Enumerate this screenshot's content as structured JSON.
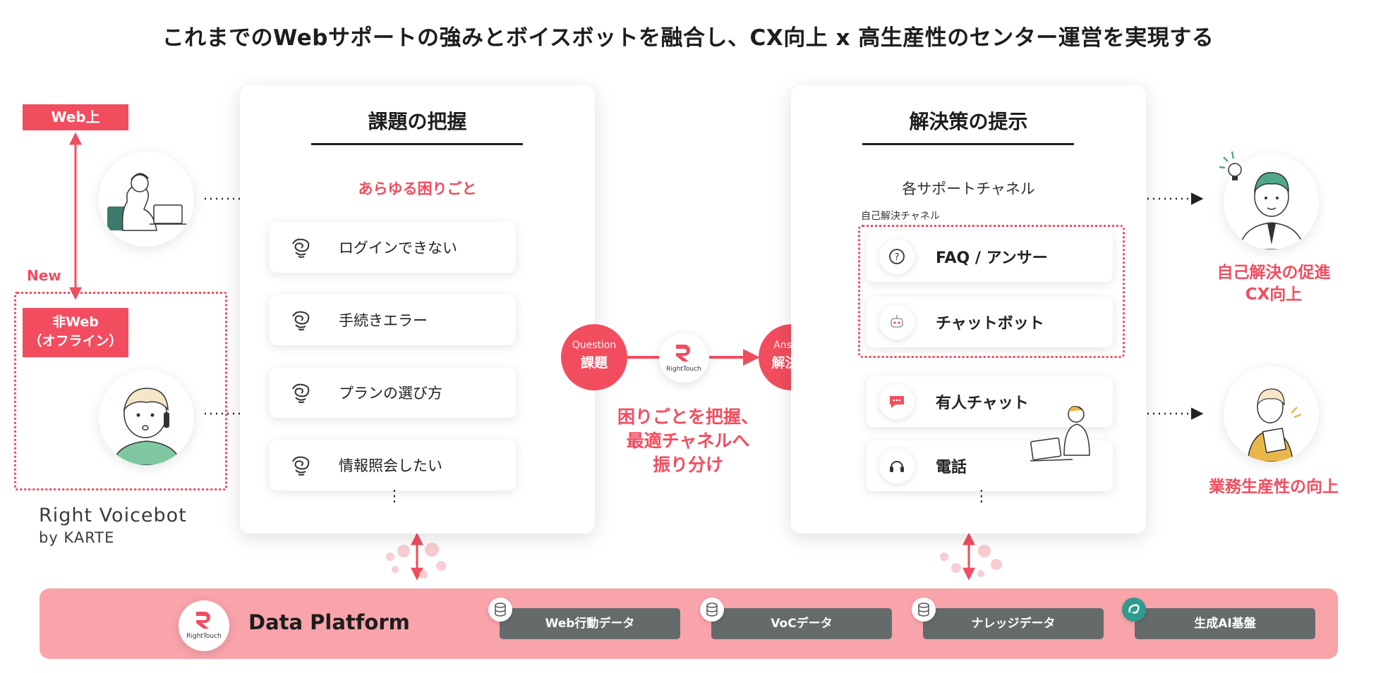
{
  "headline": "これまでのWebサポートの強みとボイスボットを融合し、CX向上 x 高生産性のセンター運営を実現する",
  "left": {
    "web_tag": "Web上",
    "new_label": "New",
    "nonweb_tag": "非Web\n（オフライン）"
  },
  "brand": {
    "line1": "Right Voicebot",
    "line2": "by  KARTE"
  },
  "issues_card": {
    "title": "課題の把握",
    "subhead": "あらゆる困りごと",
    "items": [
      {
        "label": "ログインできない",
        "icon": "confused-scribble-icon"
      },
      {
        "label": "手続きエラー",
        "icon": "confused-scribble-icon"
      },
      {
        "label": "プランの選び方",
        "icon": "confused-scribble-icon"
      },
      {
        "label": "情報照会したい",
        "icon": "confused-scribble-icon"
      }
    ],
    "more": "⋮"
  },
  "center": {
    "question_small": "Question",
    "question_big": "課題",
    "answer_small": "Answer",
    "answer_big": "解決策",
    "logo_text": "RightTouch",
    "caption": "困りごとを把握、\n最適チャネルへ\n振り分け"
  },
  "solutions_card": {
    "title": "解決策の提示",
    "subhead": "各サポートチャネル",
    "self_label": "自己解決チャネル",
    "items": [
      {
        "label": "FAQ / アンサー",
        "icon": "question-icon"
      },
      {
        "label": "チャットボット",
        "icon": "robot-icon"
      },
      {
        "label": "有人チャット",
        "icon": "chat-bubble-icon"
      },
      {
        "label": "電話",
        "icon": "headset-icon"
      }
    ],
    "more": "⋮"
  },
  "results": {
    "top": "自己解決の促進\nCX向上",
    "bottom": "業務生産性の向上"
  },
  "platform": {
    "title": "Data Platform",
    "logo_text": "RightTouch",
    "pills": [
      {
        "label": "Web行動データ",
        "icon": "database-icon"
      },
      {
        "label": "VoCデータ",
        "icon": "database-icon"
      },
      {
        "label": "ナレッジデータ",
        "icon": "database-icon"
      },
      {
        "label": "生成AI基盤",
        "icon": "ai-swirl-icon"
      }
    ]
  },
  "colors": {
    "accent": "#f24d5f",
    "platform_bg": "#f9a3ab",
    "pill": "#656b6b"
  }
}
